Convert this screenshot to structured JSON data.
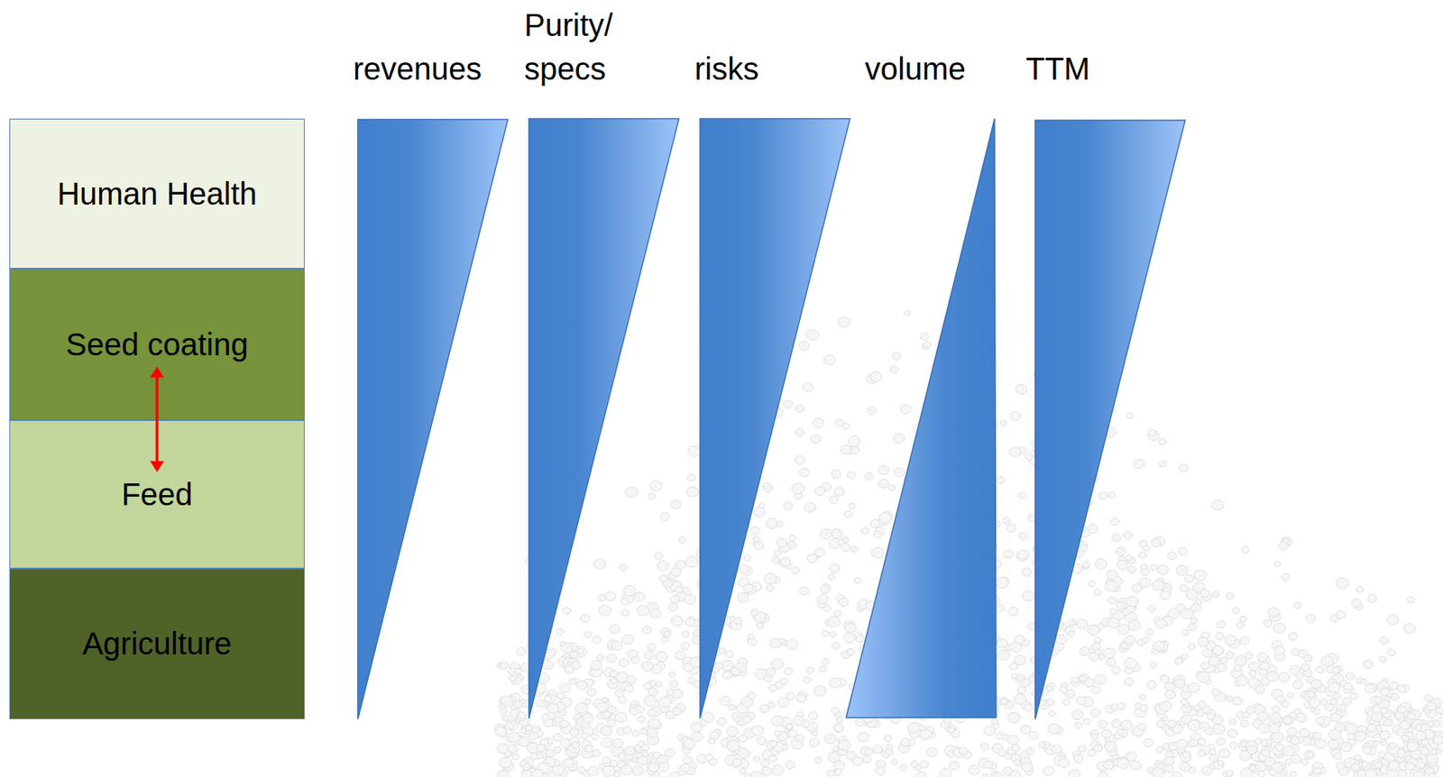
{
  "diagram": {
    "nodes": [
      {
        "text": [
          "Human Health"
        ]
      },
      {
        "text": [
          "Seed coating"
        ]
      },
      {
        "text": [
          "Feed"
        ]
      },
      {
        "text": [
          "Agriculture"
        ]
      }
    ],
    "edges": [
      {
        "from": 1,
        "to": 2,
        "arrow": "both"
      }
    ],
    "labels": [
      "revenues",
      "Purity/ specs",
      "risks",
      "volume",
      "TTM"
    ]
  }
}
